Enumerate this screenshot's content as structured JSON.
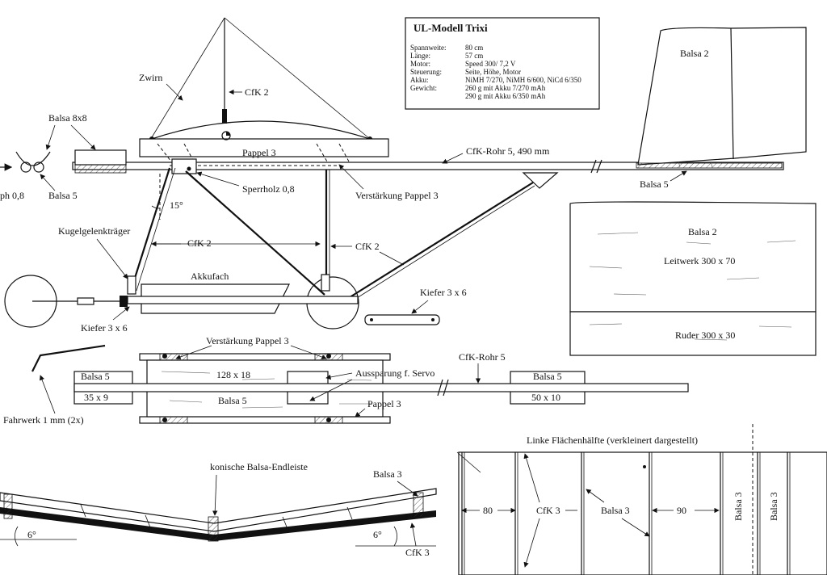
{
  "title_block": {
    "title": "UL-Modell Trixi",
    "rows": [
      {
        "key": "Spannweite:",
        "value": "80 cm"
      },
      {
        "key": "Länge:",
        "value": "57 cm"
      },
      {
        "key": "Motor:",
        "value": "Speed 300/ 7,2 V"
      },
      {
        "key": "Steuerung:",
        "value": "Seite, Höhe, Motor"
      },
      {
        "key": "Akku:",
        "value": "NiMH 7/270, NiMH 6/600, NiCd 6/350"
      },
      {
        "key": "Gewicht:",
        "value": "260 g mit Akku 7/270 mAh"
      },
      {
        "key": "",
        "value": "290 g mit Akku 6/350 mAh"
      }
    ]
  },
  "labels": {
    "zwirn": "Zwirn",
    "cfk2_top": "CfK 2",
    "balsa8x8": "Balsa 8x8",
    "pappel3_wing": "Pappel 3",
    "cfk_rohr_490": "CfK-Rohr 5, 490 mm",
    "balsa5_left": "Balsa 5",
    "ph08": "ph 0,8",
    "sperrholz": "Sperrholz 0,8",
    "verstaerkung_pappel": "Verstärkung Pappel 3",
    "balsa5_tail": "Balsa 5",
    "balsa2_fin": "Balsa 2",
    "angle15": "15°",
    "kugelgelenk": "Kugelgelenkträger",
    "cfk2_left": "CfK 2",
    "cfk2_right": "CfK 2",
    "akkufach": "Akkufach",
    "kiefer_left": "Kiefer 3 x 6",
    "kiefer_right": "Kiefer 3 x 6",
    "balsa2_stab": "Balsa 2",
    "leitwerk": "Leitwerk 300 x 70",
    "ruder": "Ruder 300 x 30",
    "verstaerkung_top": "Verstärkung Pappel 3",
    "cfk_rohr5": "CfK-Rohr 5",
    "dim_128": "128 x 18",
    "aussparung": "Aussparung f. Servo",
    "balsa5_a": "Balsa 5",
    "balsa5_b": "Balsa 5",
    "balsa5_c": "Balsa 5",
    "dim_35": "35 x 9",
    "dim_50": "50 x 10",
    "pappel3_bottom": "Pappel 3",
    "fahrwerk": "Fahrwerk 1 mm (2x)",
    "konische": "konische Balsa-Endleiste",
    "balsa3_wing": "Balsa 3",
    "angle6_left": "6°",
    "angle6_right": "6°",
    "cfk3_front": "CfK 3",
    "linke": "Linke Flächenhälfte (verkleinert dargestellt)",
    "dim_80": "80",
    "cfk3_plan": "CfK 3",
    "balsa3_plan": "Balsa 3",
    "dim_90": "90",
    "balsa3_v1": "Balsa 3",
    "balsa3_v2": "Balsa 3"
  }
}
